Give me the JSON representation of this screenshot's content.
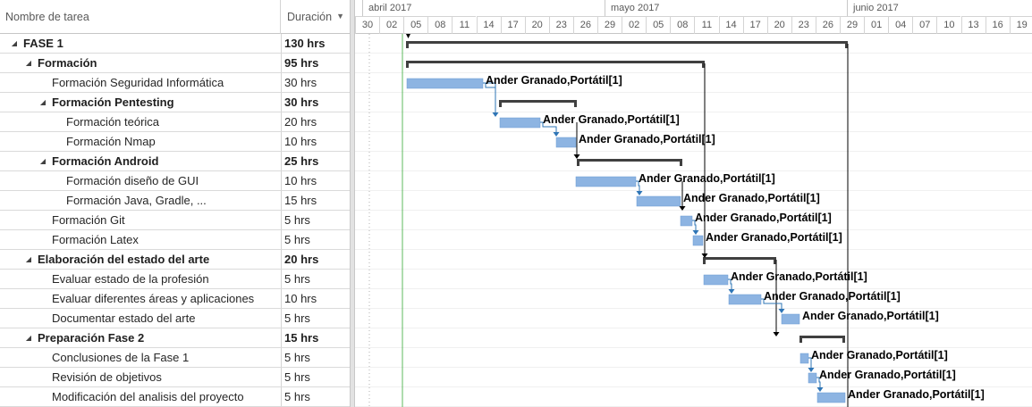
{
  "table": {
    "header_name": "Nombre de tarea",
    "header_duration": "Duración",
    "rows": [
      {
        "name": "FASE 1",
        "duration": "130 hrs",
        "level": 0,
        "summary": true
      },
      {
        "name": "Formación",
        "duration": "95 hrs",
        "level": 1,
        "summary": true
      },
      {
        "name": "Formación Seguridad Informática",
        "duration": "30 hrs",
        "level": 2,
        "summary": false
      },
      {
        "name": "Formación Pentesting",
        "duration": "30 hrs",
        "level": 2,
        "summary": true
      },
      {
        "name": "Formación teórica",
        "duration": "20 hrs",
        "level": 3,
        "summary": false
      },
      {
        "name": "Formación Nmap",
        "duration": "10 hrs",
        "level": 3,
        "summary": false
      },
      {
        "name": "Formación Android",
        "duration": "25 hrs",
        "level": 2,
        "summary": true
      },
      {
        "name": "Formación diseño de GUI",
        "duration": "10 hrs",
        "level": 3,
        "summary": false
      },
      {
        "name": "Formación Java, Gradle, ...",
        "duration": "15 hrs",
        "level": 3,
        "summary": false
      },
      {
        "name": "Formación Git",
        "duration": "5 hrs",
        "level": 2,
        "summary": false
      },
      {
        "name": "Formación Latex",
        "duration": "5 hrs",
        "level": 2,
        "summary": false
      },
      {
        "name": "Elaboración del estado del arte",
        "duration": "20 hrs",
        "level": 1,
        "summary": true
      },
      {
        "name": "Evaluar estado de la profesión",
        "duration": "5 hrs",
        "level": 2,
        "summary": false
      },
      {
        "name": "Evaluar diferentes áreas y aplicaciones",
        "duration": "10 hrs",
        "level": 2,
        "summary": false
      },
      {
        "name": "Documentar estado del arte",
        "duration": "5 hrs",
        "level": 2,
        "summary": false
      },
      {
        "name": "Preparación Fase 2",
        "duration": "15 hrs",
        "level": 1,
        "summary": true
      },
      {
        "name": "Conclusiones de la Fase 1",
        "duration": "5 hrs",
        "level": 2,
        "summary": false
      },
      {
        "name": "Revisión de objetivos",
        "duration": "5 hrs",
        "level": 2,
        "summary": false
      },
      {
        "name": "Modificación del analisis del proyecto",
        "duration": "5 hrs",
        "level": 2,
        "summary": false
      }
    ]
  },
  "timescale": {
    "months": [
      {
        "label": "abril 2017",
        "start_index": 0
      },
      {
        "label": "mayo 2017",
        "start_index": 10
      },
      {
        "label": "junio 2017",
        "start_index": 20
      }
    ],
    "days": [
      "30",
      "02",
      "05",
      "08",
      "11",
      "14",
      "17",
      "20",
      "23",
      "26",
      "29",
      "02",
      "05",
      "08",
      "11",
      "14",
      "17",
      "20",
      "23",
      "26",
      "29",
      "01",
      "04",
      "07",
      "10",
      "13",
      "16",
      "19"
    ]
  },
  "resource_label": "Ander Granado,Portátil[1]",
  "colors": {
    "task_bar": "#8db4e2",
    "task_bar_border": "#6c9bd2",
    "summary_bar": "#404040",
    "link_arrow": "#2e75b6",
    "today_line": "#5cb85c",
    "row_border": "#dadada"
  }
}
